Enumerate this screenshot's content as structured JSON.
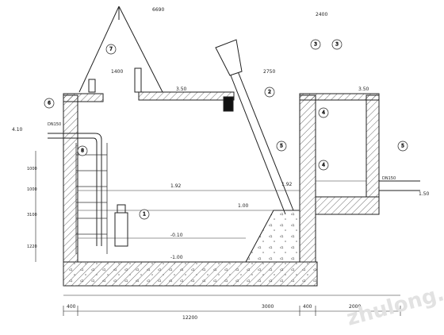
{
  "labels": {
    "dim_top_left": "6690",
    "dim_top_right": "2400",
    "dim_platform": "1400",
    "elev_left_platform": "3.50",
    "elev_right_top": "3.50",
    "elev_inlet_left": "4.10",
    "dim_screen_length": "2750",
    "elev_water_high": "1.92",
    "elev_water_mid": "1.00",
    "elev_water_low": "-0.10",
    "elev_bottom": "-1.00",
    "elev_right_water": "1.92",
    "elev_outlet": "1.50",
    "pipe_left": "DN150",
    "pipe_right": "DN150",
    "vert_dim_1": "1000",
    "vert_dim_2": "1000",
    "vert_dim_3": "3100",
    "vert_dim_4": "1220",
    "bottom_dim_1": "400",
    "bottom_dim_2": "12200",
    "bottom_dim_3": "3000",
    "bottom_dim_4": "400",
    "bottom_dim_5": "2000",
    "watermark": "zhulong.com"
  },
  "callouts": [
    "1",
    "2",
    "3",
    "3",
    "4",
    "4",
    "5",
    "5",
    "6",
    "7",
    "8"
  ]
}
